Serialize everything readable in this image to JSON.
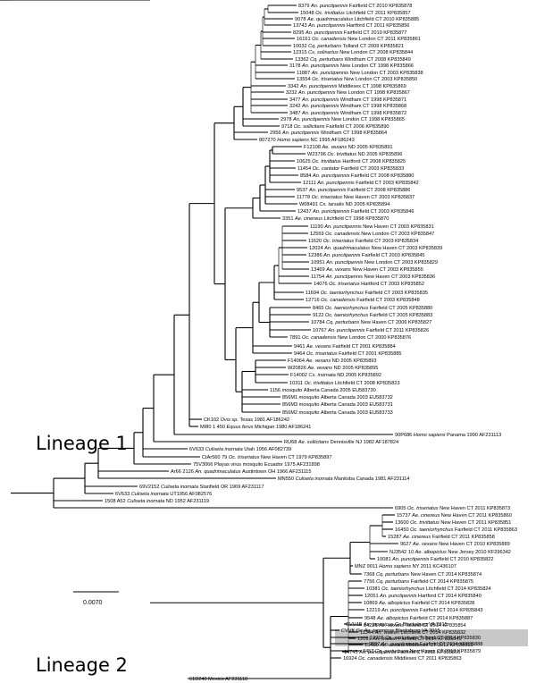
{
  "figure": {
    "lineage_labels": [
      "Lineage 1",
      "Lineage 2"
    ],
    "scale_bar_label": "0.0070",
    "highlight_color": "#c8c8c8"
  },
  "tips": [
    {
      "id": "8379",
      "sp": "An. punctipennis",
      "rest": "Fairfield CT 2010 KP835878"
    },
    {
      "id": "15048",
      "sp": "Oc. trivittatus",
      "rest": "Litchfield CT 2011 KP835857"
    },
    {
      "id": "9078",
      "sp": "Ae. quadrimaculatus",
      "rest": "Litchfield CT 2010 KP835885"
    },
    {
      "id": "13743",
      "sp": "An. punctipennis",
      "rest": "Hartford CT 2011 KP835856"
    },
    {
      "id": "8295",
      "sp": "An. punctipennis",
      "rest": "Fairfield CT 2010 KP835877"
    },
    {
      "id": "16161",
      "sp": "Oc. canadensis",
      "rest": "New London CT 2011 KP835861"
    },
    {
      "id": "10032",
      "sp": "Cq. perturbans",
      "rest": "Tolland CT 2009 KP835821"
    },
    {
      "id": "12315",
      "sp": "Cs. solinarius",
      "rest": "New London CT 2008 KP835844"
    },
    {
      "id": "13362",
      "sp": "Cq. perturbans",
      "rest": "Windham CT 2008 KP835849"
    },
    {
      "id": "3178",
      "sp": "An. punctipennis",
      "rest": "New London CT 1998 KP835866"
    },
    {
      "id": "11887",
      "sp": "An. punctipennis",
      "rest": "New London CT 2003 KP835838"
    },
    {
      "id": "13554",
      "sp": "Oc. triseriatus",
      "rest": "New London CT 2003 KP835850"
    },
    {
      "id": "3342",
      "sp": "An. punctipennis",
      "rest": "Middlesex CT 1998 KP835869"
    },
    {
      "id": "3232",
      "sp": "An. punctipennis",
      "rest": "New London CT 1998 KP835867"
    },
    {
      "id": "3477",
      "sp": "An. punctipennis",
      "rest": "Windham CT 1998 KP835871"
    },
    {
      "id": "3242",
      "sp": "An. punctipennis",
      "rest": "Windham CT 1998 KP835868"
    },
    {
      "id": "3487",
      "sp": "An. punctipennis",
      "rest": "Windham CT 1998 KP835872"
    },
    {
      "id": "2978",
      "sp": "An. punctipennis",
      "rest": "New London CT 1998 KP835865"
    },
    {
      "id": "9718",
      "sp": "Oc. sollicitans",
      "rest": "Fairfield CT 2006 KP835890"
    },
    {
      "id": "2956",
      "sp": "An. punctipennis",
      "rest": "Windham CT 1998 KP835864"
    },
    {
      "id": "807270",
      "sp": "Homo sapiens",
      "rest": "NC 1995 AF186243"
    },
    {
      "id": "F12108",
      "sp": "Ae. vexans",
      "rest": "ND 2005 KP835891"
    },
    {
      "id": "W23796",
      "sp": "Oc. trivittatus",
      "rest": "ND 2005 KP835896"
    },
    {
      "id": "10625",
      "sp": "Oc. trivittatus",
      "rest": "Hartford CT 2008 KP835825"
    },
    {
      "id": "11454",
      "sp": "Oc. cantator",
      "rest": "Fairfield CT 2003 KP835833"
    },
    {
      "id": "8584",
      "sp": "An. punctipennis",
      "rest": "Fairfield CT 2008 KP835880"
    },
    {
      "id": "12111",
      "sp": "An. punctipennis",
      "rest": "Fairfield CT 2003 KP835842"
    },
    {
      "id": "9537",
      "sp": "An. punctipennis",
      "rest": "Fairfield CT 2008 KP835886"
    },
    {
      "id": "11778",
      "sp": "Oc. triseriatus",
      "rest": "New Haven CT 2003 KP835837"
    },
    {
      "id": "W08491",
      "sp": "Cx. tarsalis",
      "rest": "ND 2005 KP835894"
    },
    {
      "id": "12437",
      "sp": "An. punctipennis",
      "rest": "Fairfield CT 2003 KP835846"
    },
    {
      "id": "3351",
      "sp": "Ae. cinereus",
      "rest": "Litchfield CT 1998 KP835870"
    },
    {
      "id": "11190",
      "sp": "An. punctipennis",
      "rest": "New Haven CT 2003 KP835831"
    },
    {
      "id": "12559",
      "sp": "Oc. canadensis",
      "rest": "New London CT 2003 KP835847"
    },
    {
      "id": "11620",
      "sp": "Oc. triseriatus",
      "rest": "Fairfield CT 2003 KP835834"
    },
    {
      "id": "12024",
      "sp": "An. quadrimaculatus",
      "rest": "New Haven CT 2003 KP835839"
    },
    {
      "id": "12386",
      "sp": "An. punctipennis",
      "rest": "Fairfield CT 2003 KP835845"
    },
    {
      "id": "10951",
      "sp": "An. punctipennis",
      "rest": "New London CT 2003 KP835829"
    },
    {
      "id": "13469",
      "sp": "Ae. vexans",
      "rest": "New Haven CT 2003 KP835855"
    },
    {
      "id": "11754",
      "sp": "An. punctipennis",
      "rest": "New Haven CT 2003 KP835836"
    },
    {
      "id": "14076",
      "sp": "Oc. triseriatus",
      "rest": "Hartford CT 2003 KP835852"
    },
    {
      "id": "11694",
      "sp": "Oc. taeniorhynchus",
      "rest": "Fairfield CT 2003 KP835835"
    },
    {
      "id": "12716",
      "sp": "Oc. canadensis",
      "rest": "Fairfield CT 2003 KP835848"
    },
    {
      "id": "8465",
      "sp": "Oc. taeniorhynchus",
      "rest": "Fairfield CT 2005 KP835880"
    },
    {
      "id": "9122",
      "sp": "Oc. taeniorhynchus",
      "rest": "Fairfield CT 2005 KP835883"
    },
    {
      "id": "10784",
      "sp": "Cq. perturbans",
      "rest": "New Haven CT 2006 KP835827"
    },
    {
      "id": "10767",
      "sp": "An. punctipennis",
      "rest": "Fairfield CT 2011 KP835826"
    },
    {
      "id": "7891",
      "sp": "Oc. canadensis",
      "rest": "New London CT 2000 KP835876"
    },
    {
      "id": "9461",
      "sp": "Ae. vexans",
      "rest": "Fairfield CT 2001 KP835884"
    },
    {
      "id": "9464",
      "sp": "Oc. triseriatus",
      "rest": "Fairfield CT 2001 KP835885"
    },
    {
      "id": "F14064",
      "sp": "Ae. vexans",
      "rest": "ND 2005 KP835893"
    },
    {
      "id": "W20826",
      "sp": "Ae. vexans",
      "rest": "ND 2005 KP835895"
    },
    {
      "id": "F14002",
      "sp": "Cs. inornata",
      "rest": "ND 2005 KP835892"
    },
    {
      "id": "10311",
      "sp": "Oc. trivittatus",
      "rest": "Litchfield CT 2008 KP835823"
    },
    {
      "id": "1156",
      "sp": "mosquito",
      "rest": "Alberta Canada 2005 EU583730"
    },
    {
      "id": "856M1",
      "sp": "mosquito",
      "rest": "Alberta Canada 2003 EU583732"
    },
    {
      "id": "856M3",
      "sp": "mosquito",
      "rest": "Alberta Canada 2003 EU583731"
    },
    {
      "id": "856M2",
      "sp": "mosquito",
      "rest": "Alberta Canada 2003 EU583733"
    },
    {
      "id": "CK102",
      "sp": "Ovis sp.",
      "rest": "Texas 1981 AF186242"
    },
    {
      "id": "MI80 1 450",
      "sp": "Equus ferus",
      "rest": "Michigan 1980 AF186241"
    },
    {
      "id": "90P686",
      "sp": "Homo sapiens",
      "rest": "Panama 1990 AF231113"
    },
    {
      "id": "RU68",
      "sp": "Ae. sollicitans",
      "rest": "Dennisville NJ 1982 AF187824"
    },
    {
      "id": "6V633",
      "sp": "Culiseta inornata",
      "rest": "Utah 1956 AF082739"
    },
    {
      "id": "CtAr560 79",
      "sp": "Oc. triseriatus",
      "rest": "New Haven CT 1979 KP835897"
    },
    {
      "id": "75V3066",
      "sp": "",
      "rest": "Playas virus mosquito Ecuador 1975 AF231898"
    },
    {
      "id": "Ar66 2126",
      "sp": "An. quadrimaculatus",
      "rest": "Austintown OH 1966 AF231115"
    },
    {
      "id": "MN550",
      "sp": "Culiseta inornata",
      "rest": "Manitoba Canada 1981 AF231114"
    },
    {
      "id": "69V2152",
      "sp": "Culiseta inornata",
      "rest": "Stanfield OR 1969 AF231117"
    },
    {
      "id": "6V633",
      "sp": "Culiseta inornata",
      "rest": "UT1956 AF082576"
    },
    {
      "id": "1508 A52",
      "sp": "Culiseta inornata",
      "rest": "ND 1952 AF231119"
    },
    {
      "id": "6905",
      "sp": "Oc. triseriatus",
      "rest": "New Haven CT 2011 KP835873"
    },
    {
      "id": "15737",
      "sp": "Ae. cinereus",
      "rest": "New Haven CT 2011 KP835860"
    },
    {
      "id": "13600",
      "sp": "Oc. trivittatus",
      "rest": "New Haven CT 2011 KP835851"
    },
    {
      "id": "16450",
      "sp": "Oc. taeniorhynchus",
      "rest": "Fairfield CT 2011 KP835863"
    },
    {
      "id": "15287",
      "sp": "Ae. cinereus",
      "rest": "Fairfield CT 2011 KP835858"
    },
    {
      "id": "9627",
      "sp": "Ae. vexans",
      "rest": "New Haven CT 2010 KP835889"
    },
    {
      "id": "NJ3542 10",
      "sp": "Ae. albopictus",
      "rest": "New Jersey 2010 KF296342"
    },
    {
      "id": "10081",
      "sp": "An. punctipennis",
      "rest": "Fairfield CT 2010 KP835822"
    },
    {
      "id": "MNZ 9011",
      "sp": "Homo sapiens",
      "rest": "NY 2011 KC436107"
    },
    {
      "id": "7368",
      "sp": "Cq. perturbans",
      "rest": "New Haven CT 2014 KP835874"
    },
    {
      "id": "7756",
      "sp": "Cq. perturbans",
      "rest": "Fairfield CT 2014 KP835875"
    },
    {
      "id": "10381",
      "sp": "Oc. taeniorhynchus",
      "rest": "Litchfield CT 2014 KP835824"
    },
    {
      "id": "12051",
      "sp": "An. punctipennis",
      "rest": "Hartford CT 2014 KP835840"
    },
    {
      "id": "10869",
      "sp": "Ae. albopictus",
      "rest": "Fairfield CT 2014 KP835828"
    },
    {
      "id": "12219",
      "sp": "An. punctipennis",
      "rest": "Fairfield CT 2014 KP835843"
    },
    {
      "id": "9548",
      "sp": "Ae. albopictus",
      "rest": "Fairfield CT 2014 KP835887"
    },
    {
      "id": "14225",
      "sp": "Ae. vexans",
      "rest": "Tolland CT 2014 KP835854"
    },
    {
      "id": "11344",
      "sp": "An. walkeri",
      "rest": "Litchfield CT 2014 KP835832"
    },
    {
      "id": "12091",
      "sp": "An. walkeri",
      "rest": "Fairfield CT 2014 KP835841"
    },
    {
      "id": "15490",
      "sp": "Ae. vexans",
      "rest": "Middlesex CT 2011 KP835859"
    },
    {
      "id": "14745",
      "sp": "An. punctipennis",
      "rest": "Fairfield CT 2011 KP835856"
    },
    {
      "id": "CVV4B",
      "sp": "Ae. japonicus",
      "rest": "Gc Blacksburg VA 2015"
    },
    {
      "id": "CVVK Gc",
      "sp": "Ae. japonicus",
      "rest": "Blacksburg VA 2015"
    },
    {
      "id": "10998",
      "sp": "Cq. perturbans",
      "rest": "Tolland CT 2014 KP835830"
    },
    {
      "id": "9557",
      "sp": "An. punctipennis",
      "rest": "Fairfield CT 2014 KP835888"
    },
    {
      "id": "8453",
      "sp": "Cq. perturbans",
      "rest": "New Haven CT 2013 KP835879"
    },
    {
      "id": "16924",
      "sp": "Oc. canadensis",
      "rest": "Middlesex CT 2011 KP835863"
    },
    {
      "id": "61D240",
      "sp": "",
      "rest": "Mexico AF231118"
    }
  ]
}
